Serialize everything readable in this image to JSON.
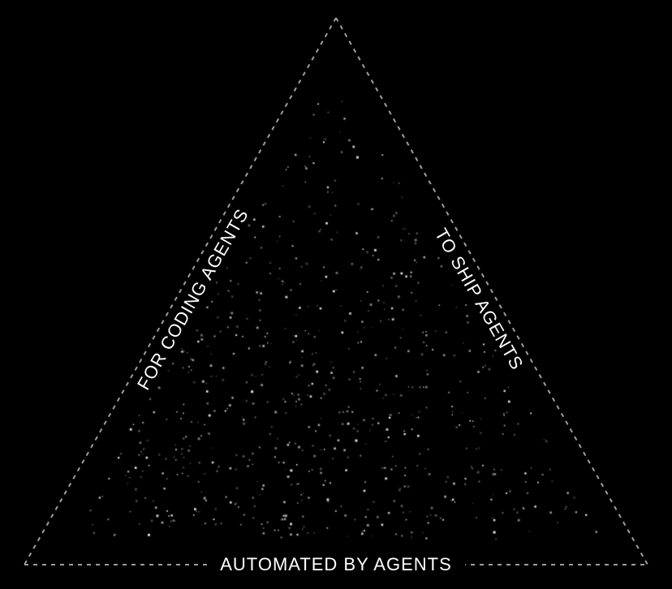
{
  "diagram": {
    "type": "triangle-scatter",
    "labels": {
      "left": "FOR CODING AGENTS",
      "right": "TO SHIP AGENTS",
      "bottom": "AUTOMATED BY AGENTS"
    },
    "colors": {
      "background": "#000000",
      "outline": "#9e9e9e",
      "text": "#ffffff",
      "dots": "#ffffff"
    },
    "outline_style": "dashed",
    "scatter": {
      "count": 700,
      "seed": 1337,
      "inset": 0.86,
      "bottom_bias_exp": 0.44,
      "dot_min_size": 1.2,
      "dot_max_size": 3.0
    }
  }
}
